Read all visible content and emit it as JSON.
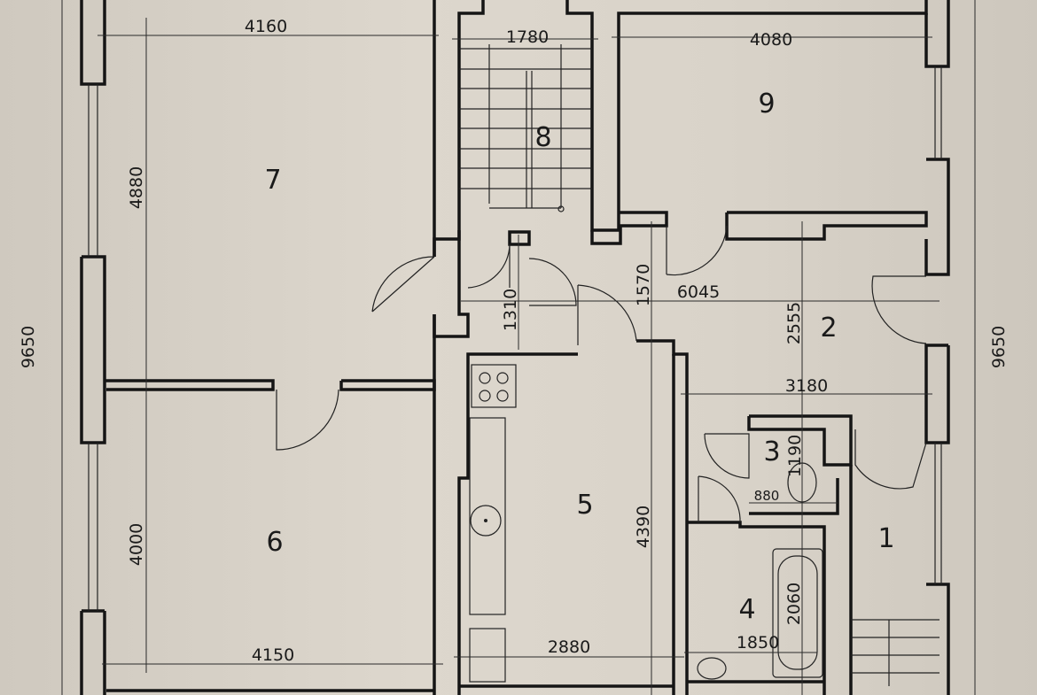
{
  "rooms": [
    "1",
    "2",
    "3",
    "4",
    "5",
    "6",
    "7",
    "8",
    "9"
  ],
  "dimensions": {
    "room7_width": "4160",
    "stair_width": "1780",
    "room9_width": "4080",
    "room7_depth": "4880",
    "room6_depth": "4000",
    "room6_width": "4150",
    "room5_width": "2880",
    "room4_width": "1850",
    "bath_length": "2060",
    "room5_depth": "4390",
    "corridor_depth": "1570",
    "entry_depth": "1310",
    "hall_length": "6045",
    "hall_depth": "2555",
    "hall_width": "3180",
    "wc_depth": "1190",
    "wc_width": "880",
    "total_left": "9650",
    "total_right": "9650"
  }
}
